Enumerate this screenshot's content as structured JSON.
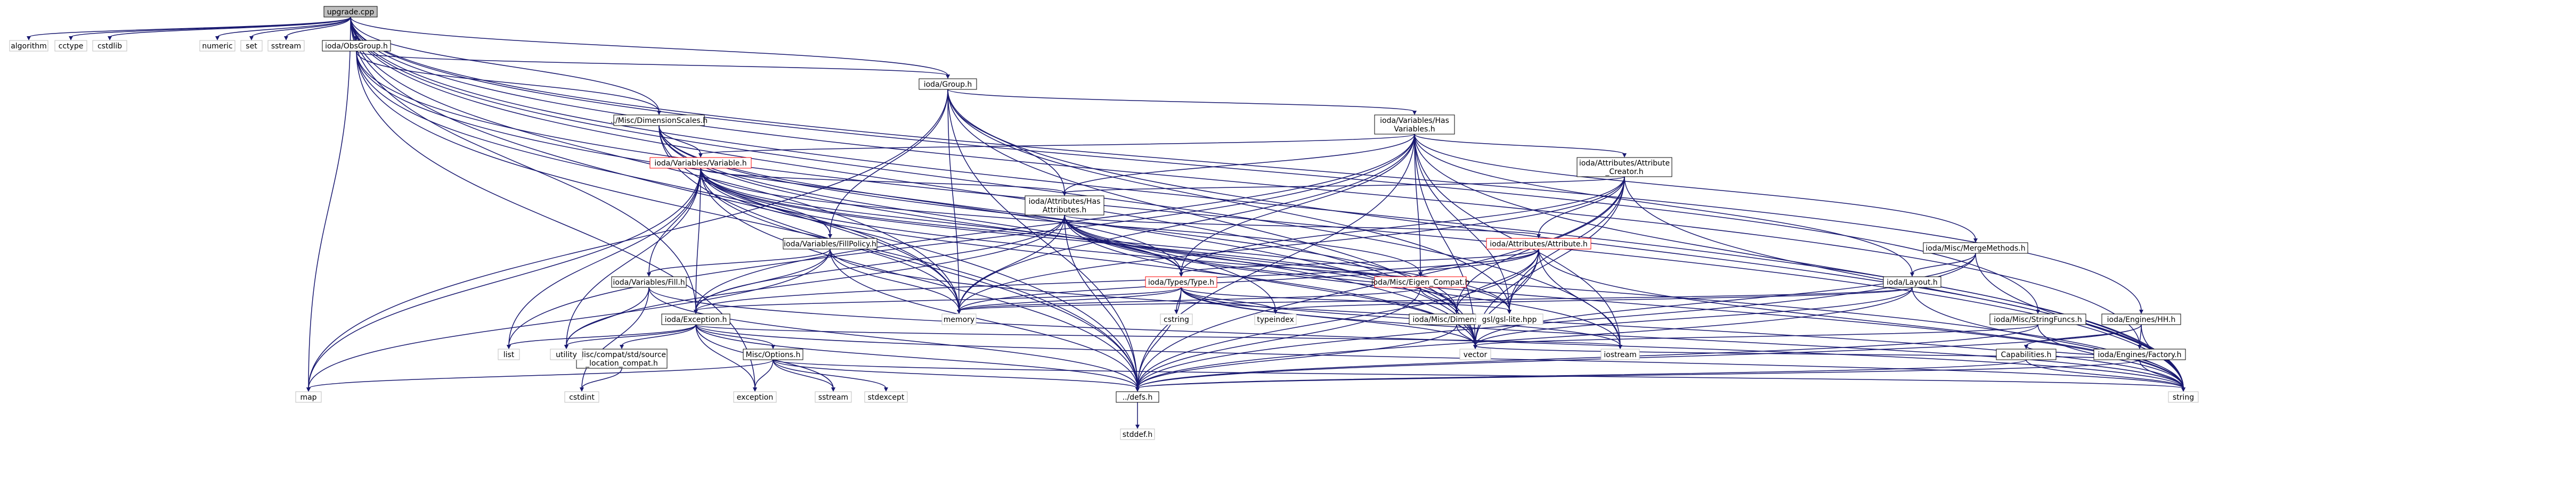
{
  "graph": {
    "title": "upgrade.cpp",
    "nodes": [
      {
        "id": "root",
        "label": "upgrade.cpp",
        "kind": "root"
      },
      {
        "id": "algorithm",
        "label": "algorithm",
        "kind": "sys"
      },
      {
        "id": "cctype",
        "label": "cctype",
        "kind": "sys"
      },
      {
        "id": "cstdlib",
        "label": "cstdlib",
        "kind": "sys"
      },
      {
        "id": "numeric",
        "label": "numeric",
        "kind": "sys"
      },
      {
        "id": "set",
        "label": "set",
        "kind": "sys"
      },
      {
        "id": "sstream",
        "label": "sstream",
        "kind": "sys"
      },
      {
        "id": "obsgroup",
        "label": "ioda/ObsGroup.h",
        "kind": "local"
      },
      {
        "id": "group",
        "label": "ioda/Group.h",
        "kind": "local"
      },
      {
        "id": "dimscales",
        "label": "../Misc/DimensionScales.h",
        "kind": "local"
      },
      {
        "id": "hasvars",
        "label": "ioda/Variables/Has\nVariables.h",
        "kind": "local"
      },
      {
        "id": "variable",
        "label": "ioda/Variables/Variable.h",
        "kind": "red"
      },
      {
        "id": "hasattrs",
        "label": "ioda/Attributes/Has\nAttributes.h",
        "kind": "local"
      },
      {
        "id": "attrcreator",
        "label": "ioda/Attributes/Attribute\n_Creator.h",
        "kind": "local"
      },
      {
        "id": "attribute",
        "label": "ioda/Attributes/Attribute.h",
        "kind": "red"
      },
      {
        "id": "fillpolicy",
        "label": "ioda/Variables/FillPolicy.h",
        "kind": "local"
      },
      {
        "id": "fill",
        "label": "ioda/Variables/Fill.h",
        "kind": "local"
      },
      {
        "id": "type",
        "label": "ioda/Types/Type.h",
        "kind": "red"
      },
      {
        "id": "eigencompat",
        "label": "ioda/Misc/Eigen_Compat.h",
        "kind": "red"
      },
      {
        "id": "mergemethods",
        "label": "ioda/Misc/MergeMethods.h",
        "kind": "local"
      },
      {
        "id": "layout",
        "label": "ioda/Layout.h",
        "kind": "local"
      },
      {
        "id": "exception",
        "label": "ioda/Exception.h",
        "kind": "local"
      },
      {
        "id": "dimensions",
        "label": "ioda/Misc/Dimensions.h",
        "kind": "local"
      },
      {
        "id": "stringfuncs",
        "label": "ioda/Misc/StringFuncs.h",
        "kind": "local"
      },
      {
        "id": "hh",
        "label": "ioda/Engines/HH.h",
        "kind": "local"
      },
      {
        "id": "capabilities",
        "label": "Capabilities.h",
        "kind": "local"
      },
      {
        "id": "factory",
        "label": "ioda/Engines/Factory.h",
        "kind": "local"
      },
      {
        "id": "options",
        "label": "Misc/Options.h",
        "kind": "local"
      },
      {
        "id": "srcloc",
        "label": "Misc/compat/std/source\n_location_compat.h",
        "kind": "local"
      },
      {
        "id": "defs",
        "label": "../defs.h",
        "kind": "local"
      },
      {
        "id": "stdderf",
        "label": "stddef.h",
        "kind": "sys"
      },
      {
        "id": "memory",
        "label": "memory",
        "kind": "sys"
      },
      {
        "id": "cstring",
        "label": "cstring",
        "kind": "sys"
      },
      {
        "id": "typeindex",
        "label": "typeindex",
        "kind": "sys"
      },
      {
        "id": "gslhpp",
        "label": "gsl/gsl-lite.hpp",
        "kind": "sys"
      },
      {
        "id": "vector",
        "label": "vector",
        "kind": "sys"
      },
      {
        "id": "iostream",
        "label": "iostream",
        "kind": "sys"
      },
      {
        "id": "string",
        "label": "string",
        "kind": "sys"
      },
      {
        "id": "list",
        "label": "list",
        "kind": "sys"
      },
      {
        "id": "utility",
        "label": "utility",
        "kind": "sys"
      },
      {
        "id": "cstdint",
        "label": "cstdint",
        "kind": "sys"
      },
      {
        "id": "map",
        "label": "map",
        "kind": "sys"
      },
      {
        "id": "exceptionsys",
        "label": "exception",
        "kind": "sys"
      },
      {
        "id": "sstreamsys",
        "label": "sstream",
        "kind": "sys"
      },
      {
        "id": "stdexcept",
        "label": "stdexcept",
        "kind": "sys"
      }
    ]
  }
}
